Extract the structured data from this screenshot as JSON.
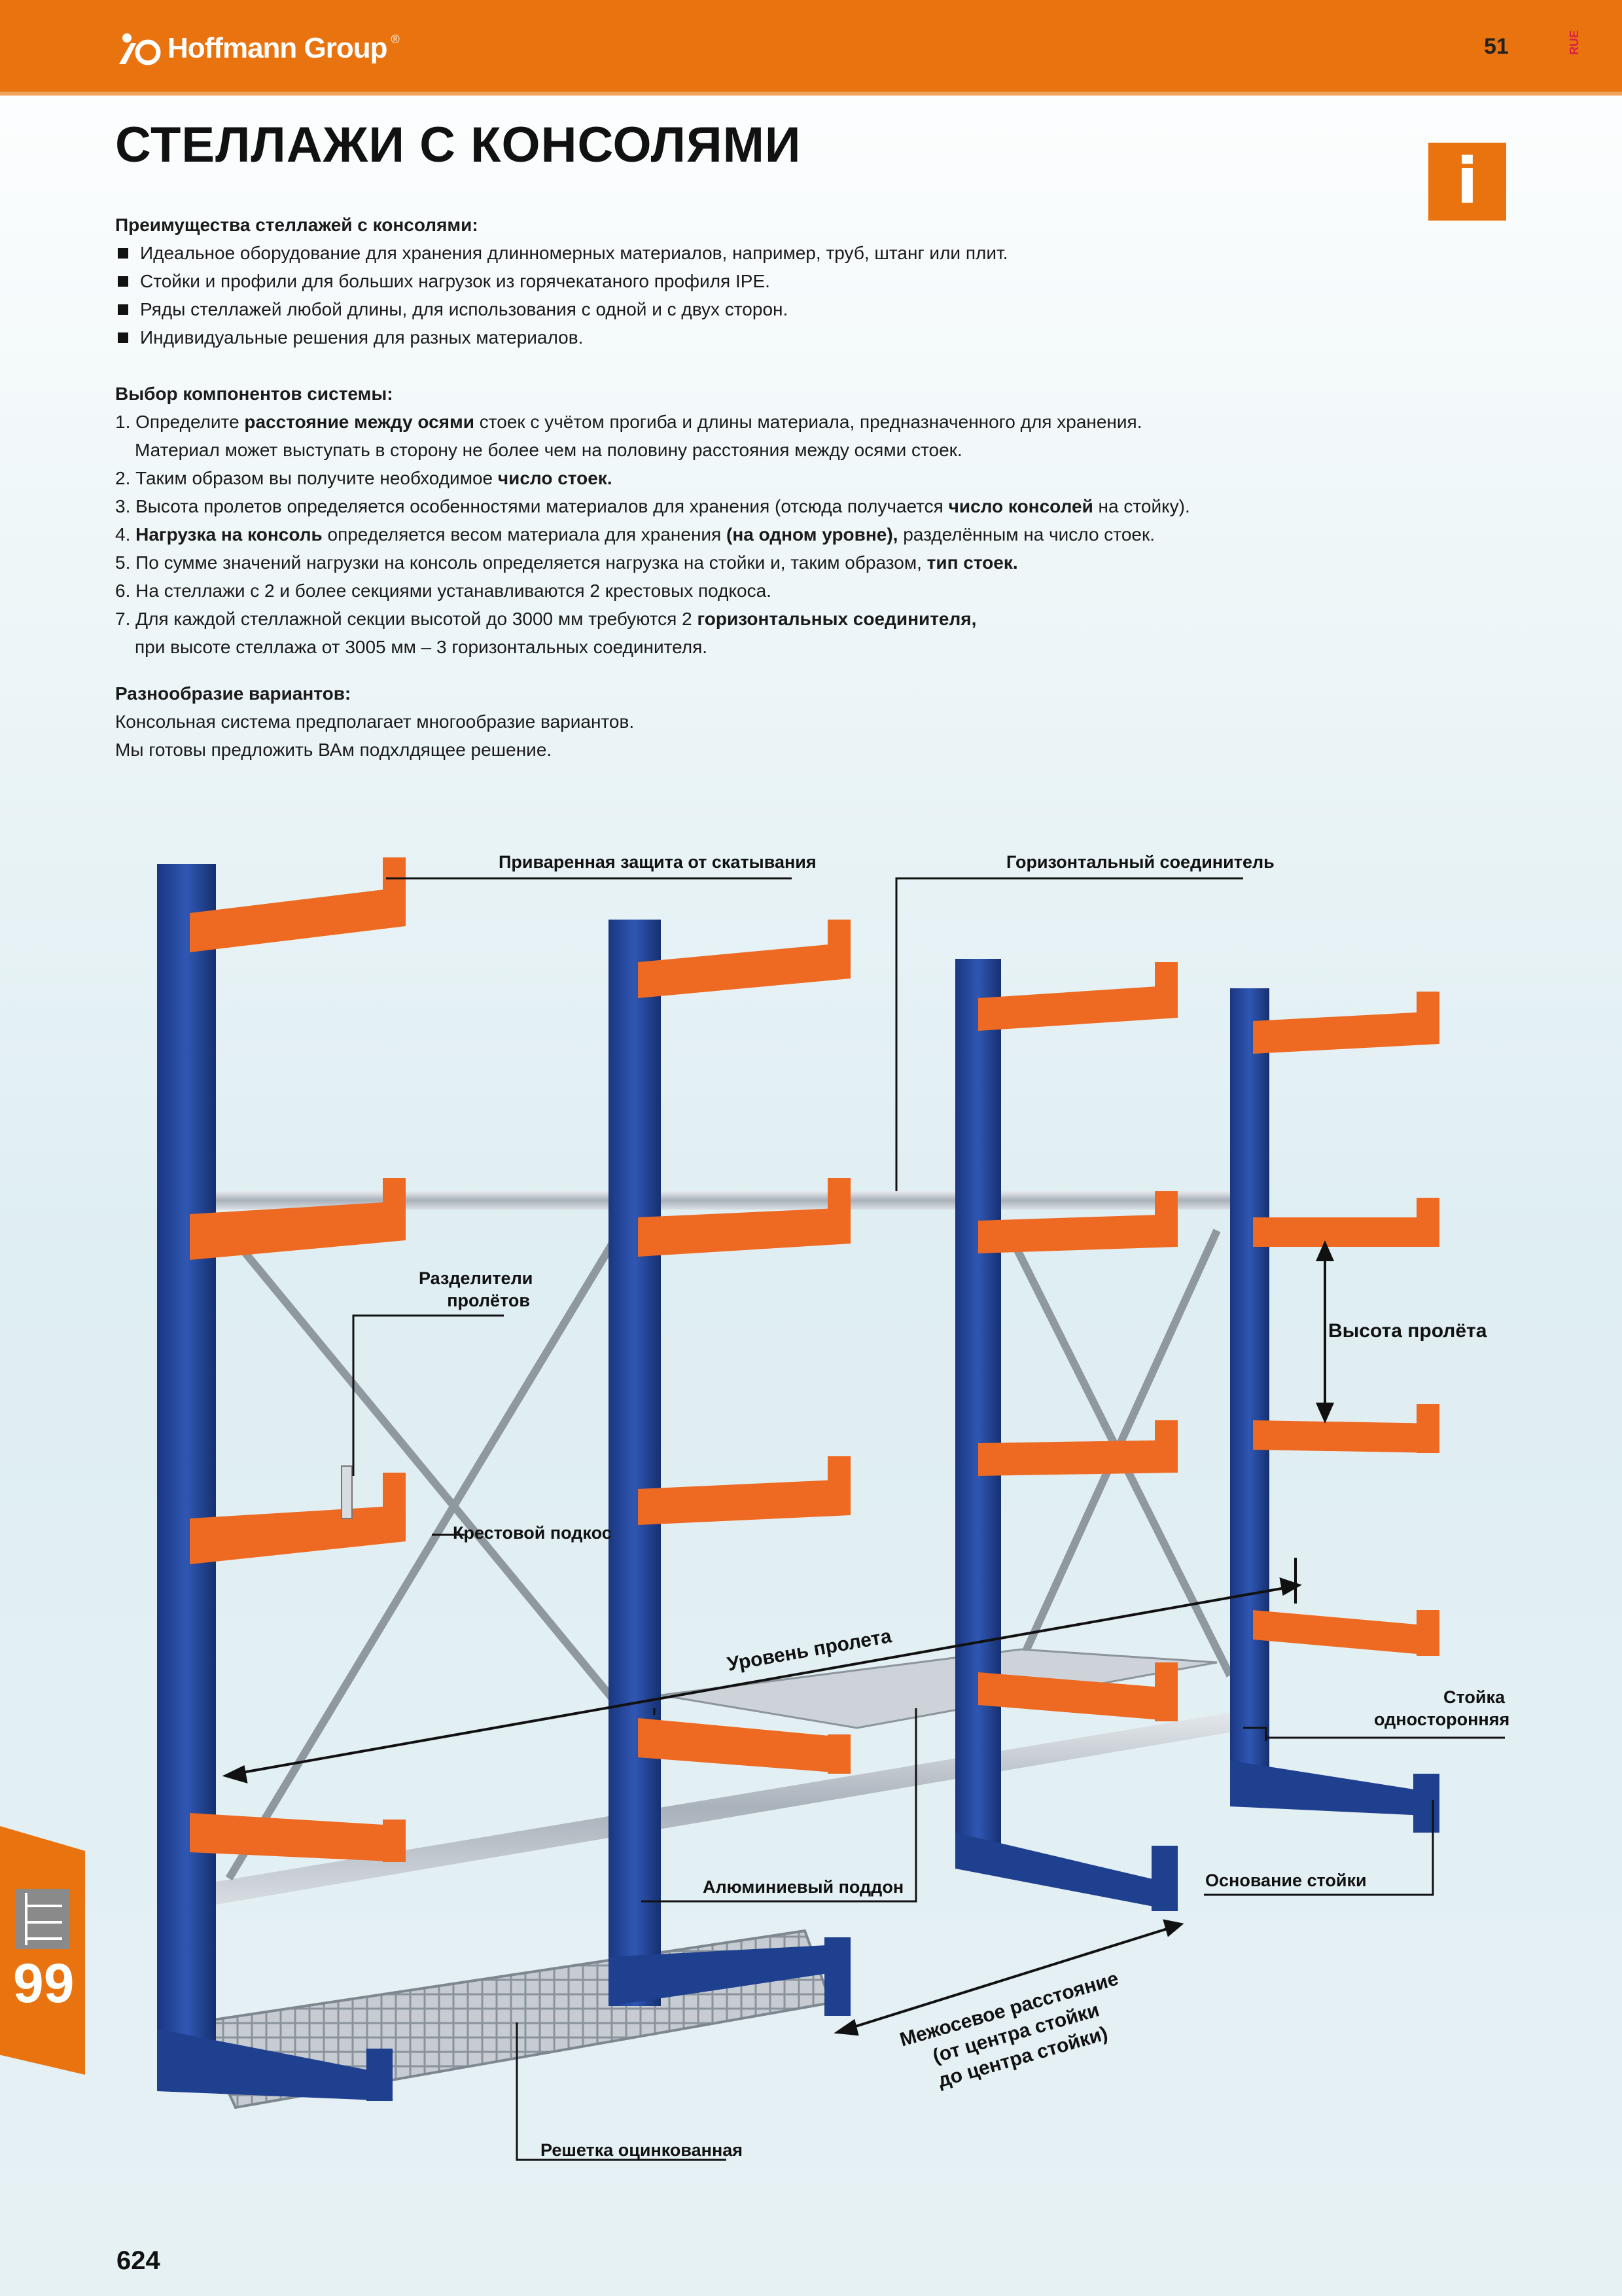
{
  "header": {
    "brand": "Hoffmann Group",
    "page_number": "51",
    "language_tag": "RUE"
  },
  "title": "СТЕЛЛАЖИ С КОНСОЛЯМИ",
  "info_badge": "i",
  "advantages": {
    "heading": "Преимущества стеллажей с консолями:",
    "items": [
      "Идеальное оборудование для хранения длинномерных материалов, например, труб, штанг или плит.",
      "Стойки и профили для больших нагрузок из горячекатаного профиля IPE.",
      "Ряды стеллажей любой длины, для использования с одной и с двух сторон.",
      "Индивидуальные решения для разных материалов."
    ]
  },
  "selection": {
    "heading": "Выбор компонентов системы:",
    "s1a": "1. Определите ",
    "s1b": "расстояние между осями",
    "s1c": " стоек с учётом прогиба и длины материала, предназначенного для хранения.",
    "s1d": "Материал может выступать в сторону не более чем на половину расстояния между осями стоек.",
    "s2a": "2. Таким образом вы получите необходимое ",
    "s2b": "число стоек.",
    "s3a": "3. Высота пролетов определяется особенностями материалов для хранения (отсюда получается ",
    "s3b": "число консолей",
    "s3c": " на стойку).",
    "s4a": "4. ",
    "s4b": "Нагрузка на консоль",
    "s4c": " определяется весом материала для хранения ",
    "s4d": "(на одном уровне),",
    "s4e": " разделённым на число стоек.",
    "s5a": "5. По сумме значений нагрузки на консоль определяется нагрузка на стойки и, таким образом, ",
    "s5b": "тип стоек.",
    "s6": "6. На стеллажи с 2 и более секциями устанавливаются 2 крестовых подкоса.",
    "s7a": "7. Для каждой стеллажной секции высотой до 3000 мм требуются 2 ",
    "s7b": "горизонтальных соединителя,",
    "s7c": "при высоте стеллажа от 3005 мм – 3 горизонтальных соединителя."
  },
  "variants": {
    "heading": "Разнообразие вариантов:",
    "line1": "Консольная система предполагает многообразие вариантов.",
    "line2": "Мы готовы предложить ВАм подхлдящее решение."
  },
  "labels": {
    "welded_guard": "Приваренная защита от скатывания",
    "horizontal_connector": "Горизонтальный соединитель",
    "dividers_1": "Разделители",
    "dividers_2": "пролётов",
    "span_height": "Высота пролёта",
    "cross_brace": "Крестовой подкос",
    "span_level": "Уровень пролета",
    "upright_1": "Стойка",
    "upright_2": "односторонняя",
    "aluminium_pallet": "Алюминиевый поддон",
    "upright_base": "Основание стойки",
    "axis_distance_1": "Межосевое расстояние",
    "axis_distance_2": "(от центра стойки",
    "axis_distance_3": "до центра стойки)",
    "galvanized_grid": "Решетка оцинкованная"
  },
  "side_tab": {
    "number": "99",
    "icon": "rack-icon"
  },
  "footer": {
    "page_number": "624"
  },
  "colors": {
    "brand_orange": "#e9730f",
    "rack_blue": "#1f3f8f",
    "arm_orange": "#ee6a22"
  }
}
